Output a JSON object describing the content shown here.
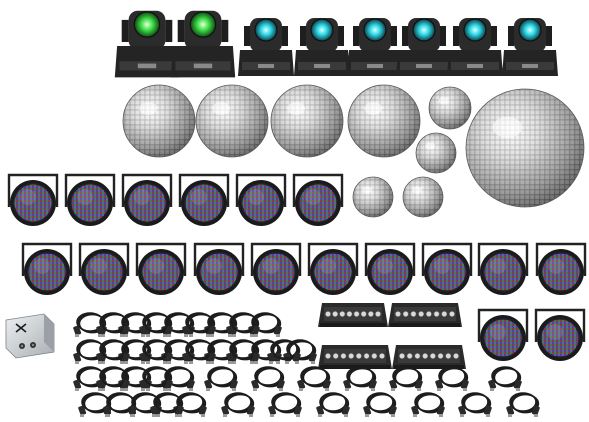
{
  "scene": {
    "background": "#ffffff",
    "description_colors": {
      "moving_head_body": "#2b2b2b",
      "spot_lens_glow": "#2fd8e6",
      "wash_lens_glow": "#3fe04a",
      "mirror_ball_light": "#e8e8e8",
      "mirror_ball_dark": "#707070",
      "par_housing": "#1a1a1a",
      "led_red": "#e6405a",
      "led_green": "#4cc46a",
      "led_blue": "#4a6cf0",
      "cable_color": "#1c1c1c",
      "controller_body": "#cfd3d6"
    }
  },
  "controller": {
    "brand_text": "",
    "icon": "dmx-controller-icon"
  },
  "groups": {
    "moving_heads": {
      "wash_count": 2,
      "spot_count": 6
    },
    "mirror_balls": {
      "large_count": 1,
      "medium_count": 4,
      "small_count": 4
    },
    "led_pars": {
      "row1_count": 6,
      "row2_count": 10,
      "extra_count": 2
    },
    "led_bars": {
      "count": 4
    },
    "dmx_cables": {
      "count": 48
    }
  }
}
